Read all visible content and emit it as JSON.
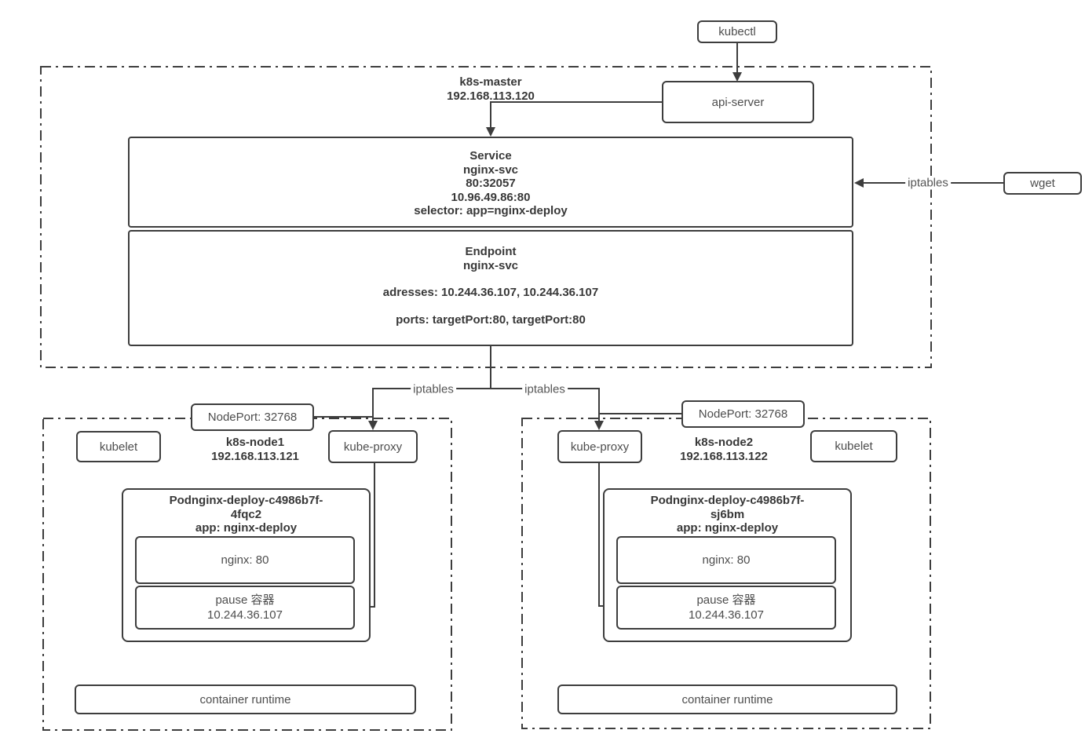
{
  "diagram": {
    "kubectl_label": "kubectl",
    "api_server_label": "api-server",
    "wget_label": "wget",
    "iptables_wget_label": "iptables",
    "iptables_node1_label": "iptables",
    "iptables_node2_label": "iptables",
    "master": {
      "name": "k8s-master",
      "ip": "192.168.113.120",
      "service": {
        "title": "Service",
        "name": "nginx-svc",
        "nodeport_mapping": "80:32057",
        "cluster_ip": "10.96.49.86:80",
        "selector": "selector: app=nginx-deploy"
      },
      "endpoint": {
        "title": "Endpoint",
        "name": "nginx-svc",
        "addresses": "adresses: 10.244.36.107, 10.244.36.107",
        "ports": "ports: targetPort:80, targetPort:80"
      }
    },
    "node1": {
      "name": "k8s-node1",
      "ip": "192.168.113.121",
      "nodeport_label": "NodePort: 32768",
      "kubelet_label": "kubelet",
      "kube_proxy_label": "kube-proxy",
      "pod": {
        "title_line1": "Podnginx-deploy-c4986b7f-",
        "title_line2": "4fqc2",
        "app_label": "app: nginx-deploy",
        "nginx_label": "nginx: 80",
        "pause_line1": "pause 容器",
        "pause_line2": "10.244.36.107"
      },
      "container_runtime_label": "container runtime"
    },
    "node2": {
      "name": "k8s-node2",
      "ip": "192.168.113.122",
      "nodeport_label": "NodePort: 32768",
      "kubelet_label": "kubelet",
      "kube_proxy_label": "kube-proxy",
      "pod": {
        "title_line1": "Podnginx-deploy-c4986b7f-",
        "title_line2": "sj6bm",
        "app_label": "app: nginx-deploy",
        "nginx_label": "nginx: 80",
        "pause_line1": "pause 容器",
        "pause_line2": "10.244.36.107"
      },
      "container_runtime_label": "container runtime"
    },
    "line_color": "#3d3d3d",
    "background_color": "#ffffff"
  }
}
